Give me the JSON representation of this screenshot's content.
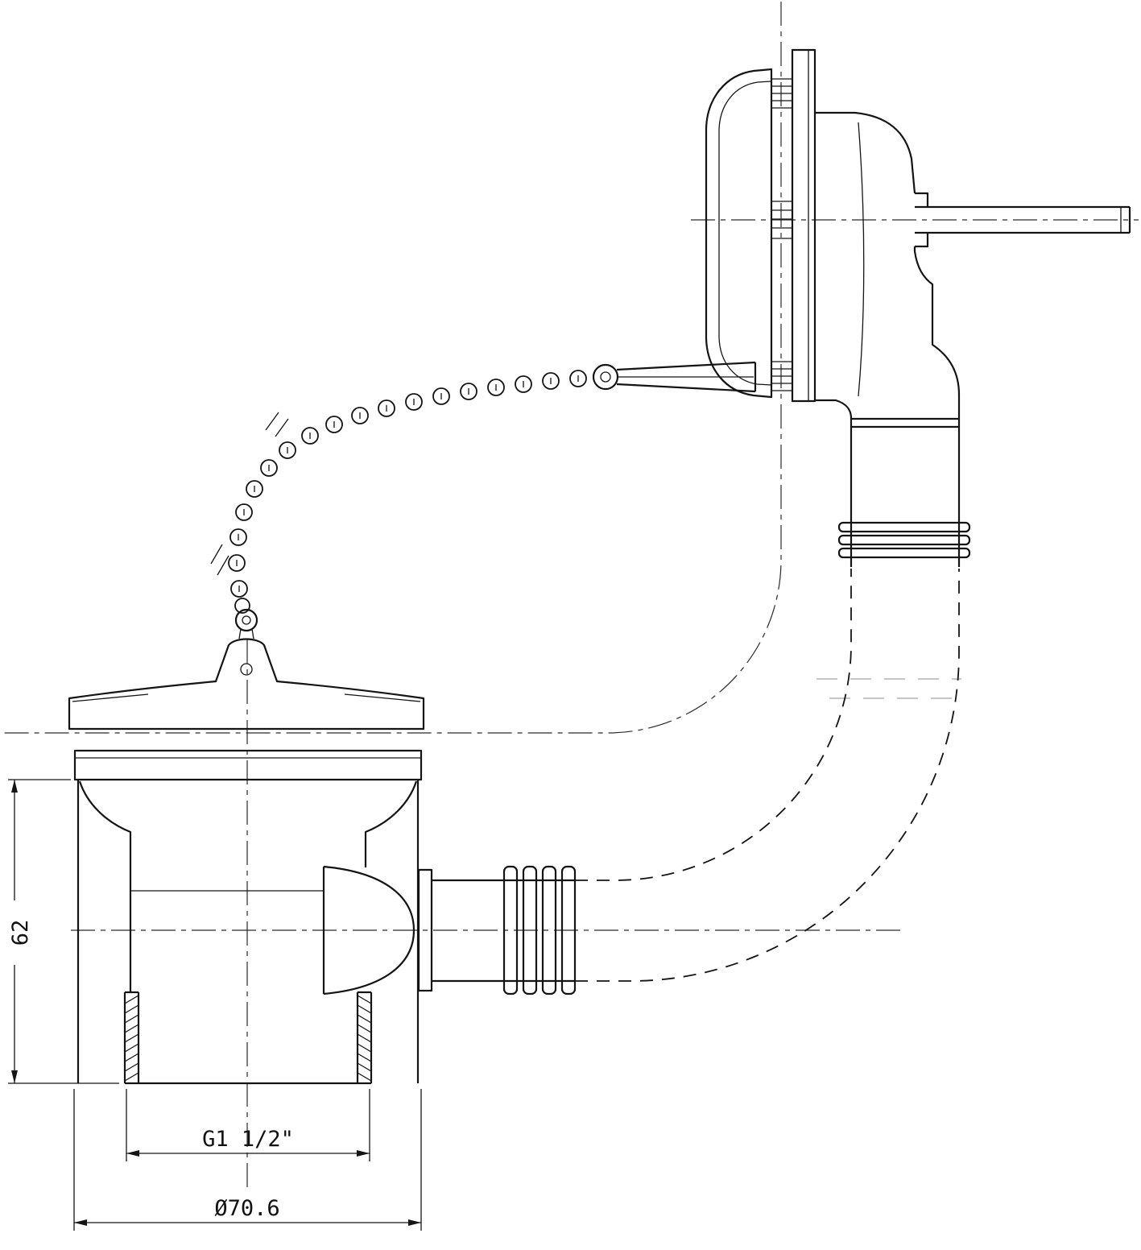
{
  "canvas": {
    "background": "#ffffff",
    "line_color": "#141414"
  },
  "labels": {
    "dim_height": "62",
    "dim_thread": "G1 1/2\"",
    "dim_diameter": "Ø70.6"
  }
}
